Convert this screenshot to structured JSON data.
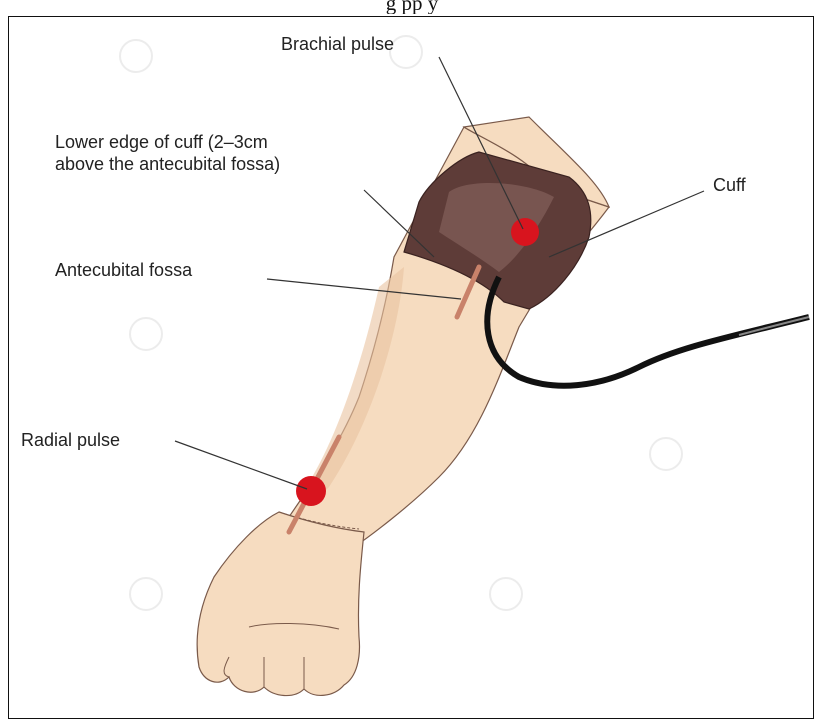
{
  "caption": "                    g             pp              y",
  "labels": {
    "brachial_pulse": "Brachial pulse",
    "lower_edge_line1": "Lower edge of cuff (2–3cm",
    "lower_edge_line2": "above the antecubital fossa)",
    "cuff": "Cuff",
    "antecubital_fossa": "Antecubital fossa",
    "radial_pulse": "Radial pulse"
  },
  "colors": {
    "skin": "#f6dcc0",
    "skin_shadow": "#e9c3a0",
    "cuff": "#5e3c38",
    "pulse": "#d8141e",
    "artery": "#c9826a",
    "tube": "#111111"
  }
}
